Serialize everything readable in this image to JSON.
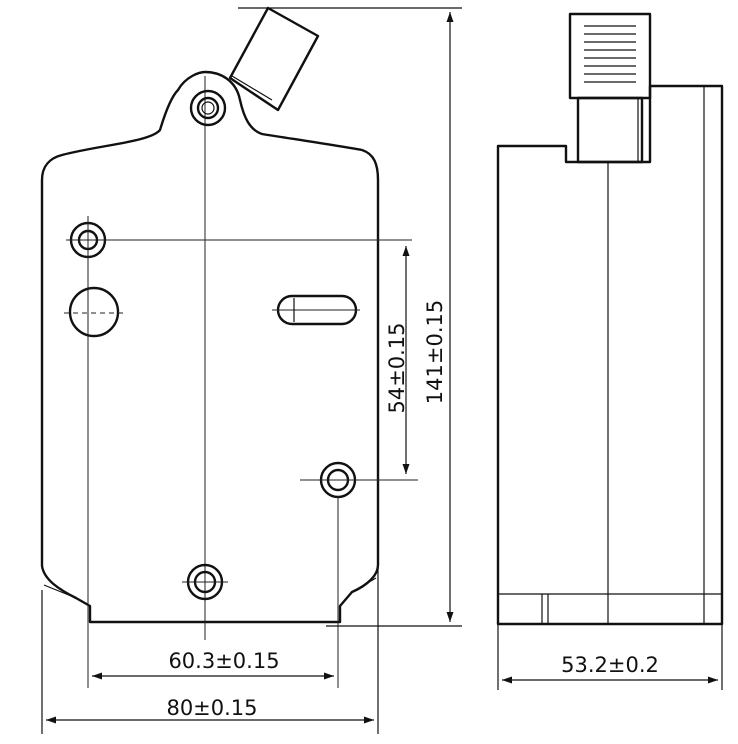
{
  "dimensions": {
    "width_between_holes": "60.3±0.15",
    "overall_width": "80±0.15",
    "vertical_hole_spacing": "54±0.15",
    "overall_height": "141±0.15",
    "side_depth": "53.2±0.2"
  }
}
